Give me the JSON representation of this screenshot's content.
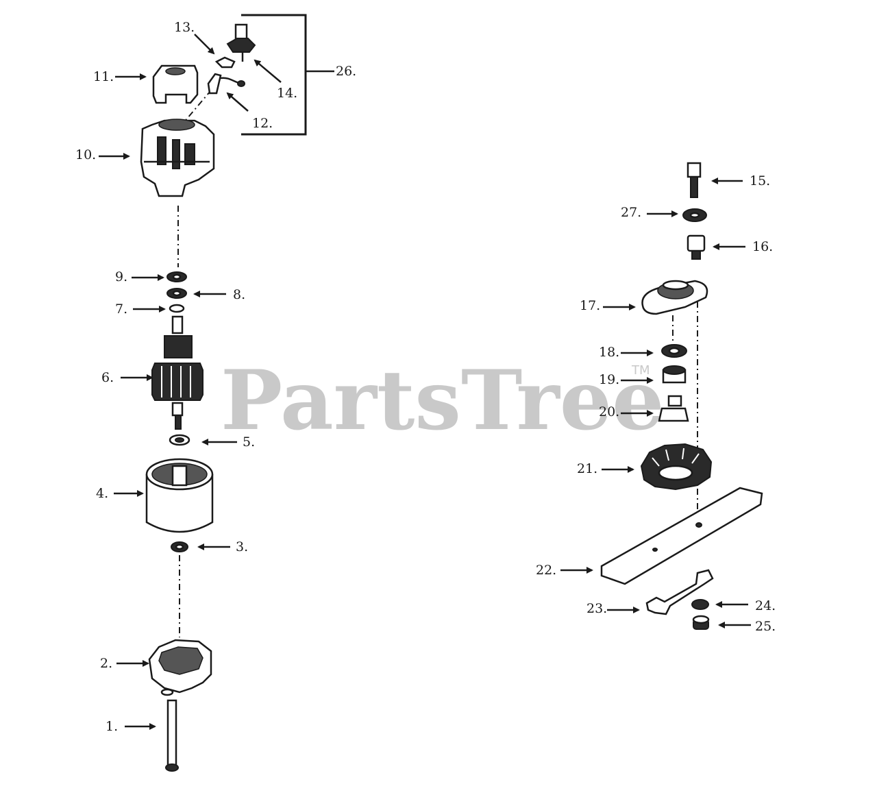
{
  "watermark": {
    "text": "PartsTree",
    "trademark": "TM"
  },
  "callouts": [
    {
      "id": "1",
      "label": "1."
    },
    {
      "id": "2",
      "label": "2."
    },
    {
      "id": "3",
      "label": "3."
    },
    {
      "id": "4",
      "label": "4."
    },
    {
      "id": "5",
      "label": "5."
    },
    {
      "id": "6",
      "label": "6."
    },
    {
      "id": "7",
      "label": "7."
    },
    {
      "id": "8",
      "label": "8."
    },
    {
      "id": "9",
      "label": "9."
    },
    {
      "id": "10",
      "label": "10."
    },
    {
      "id": "11",
      "label": "11."
    },
    {
      "id": "12",
      "label": "12."
    },
    {
      "id": "13",
      "label": "13."
    },
    {
      "id": "14",
      "label": "14."
    },
    {
      "id": "15",
      "label": "15."
    },
    {
      "id": "16",
      "label": "16."
    },
    {
      "id": "17",
      "label": "17."
    },
    {
      "id": "18",
      "label": "18."
    },
    {
      "id": "19",
      "label": "19."
    },
    {
      "id": "20",
      "label": "20."
    },
    {
      "id": "21",
      "label": "21."
    },
    {
      "id": "22",
      "label": "22."
    },
    {
      "id": "23",
      "label": "23."
    },
    {
      "id": "24",
      "label": "24."
    },
    {
      "id": "25",
      "label": "25."
    },
    {
      "id": "26",
      "label": "26."
    },
    {
      "id": "27",
      "label": "27."
    }
  ]
}
